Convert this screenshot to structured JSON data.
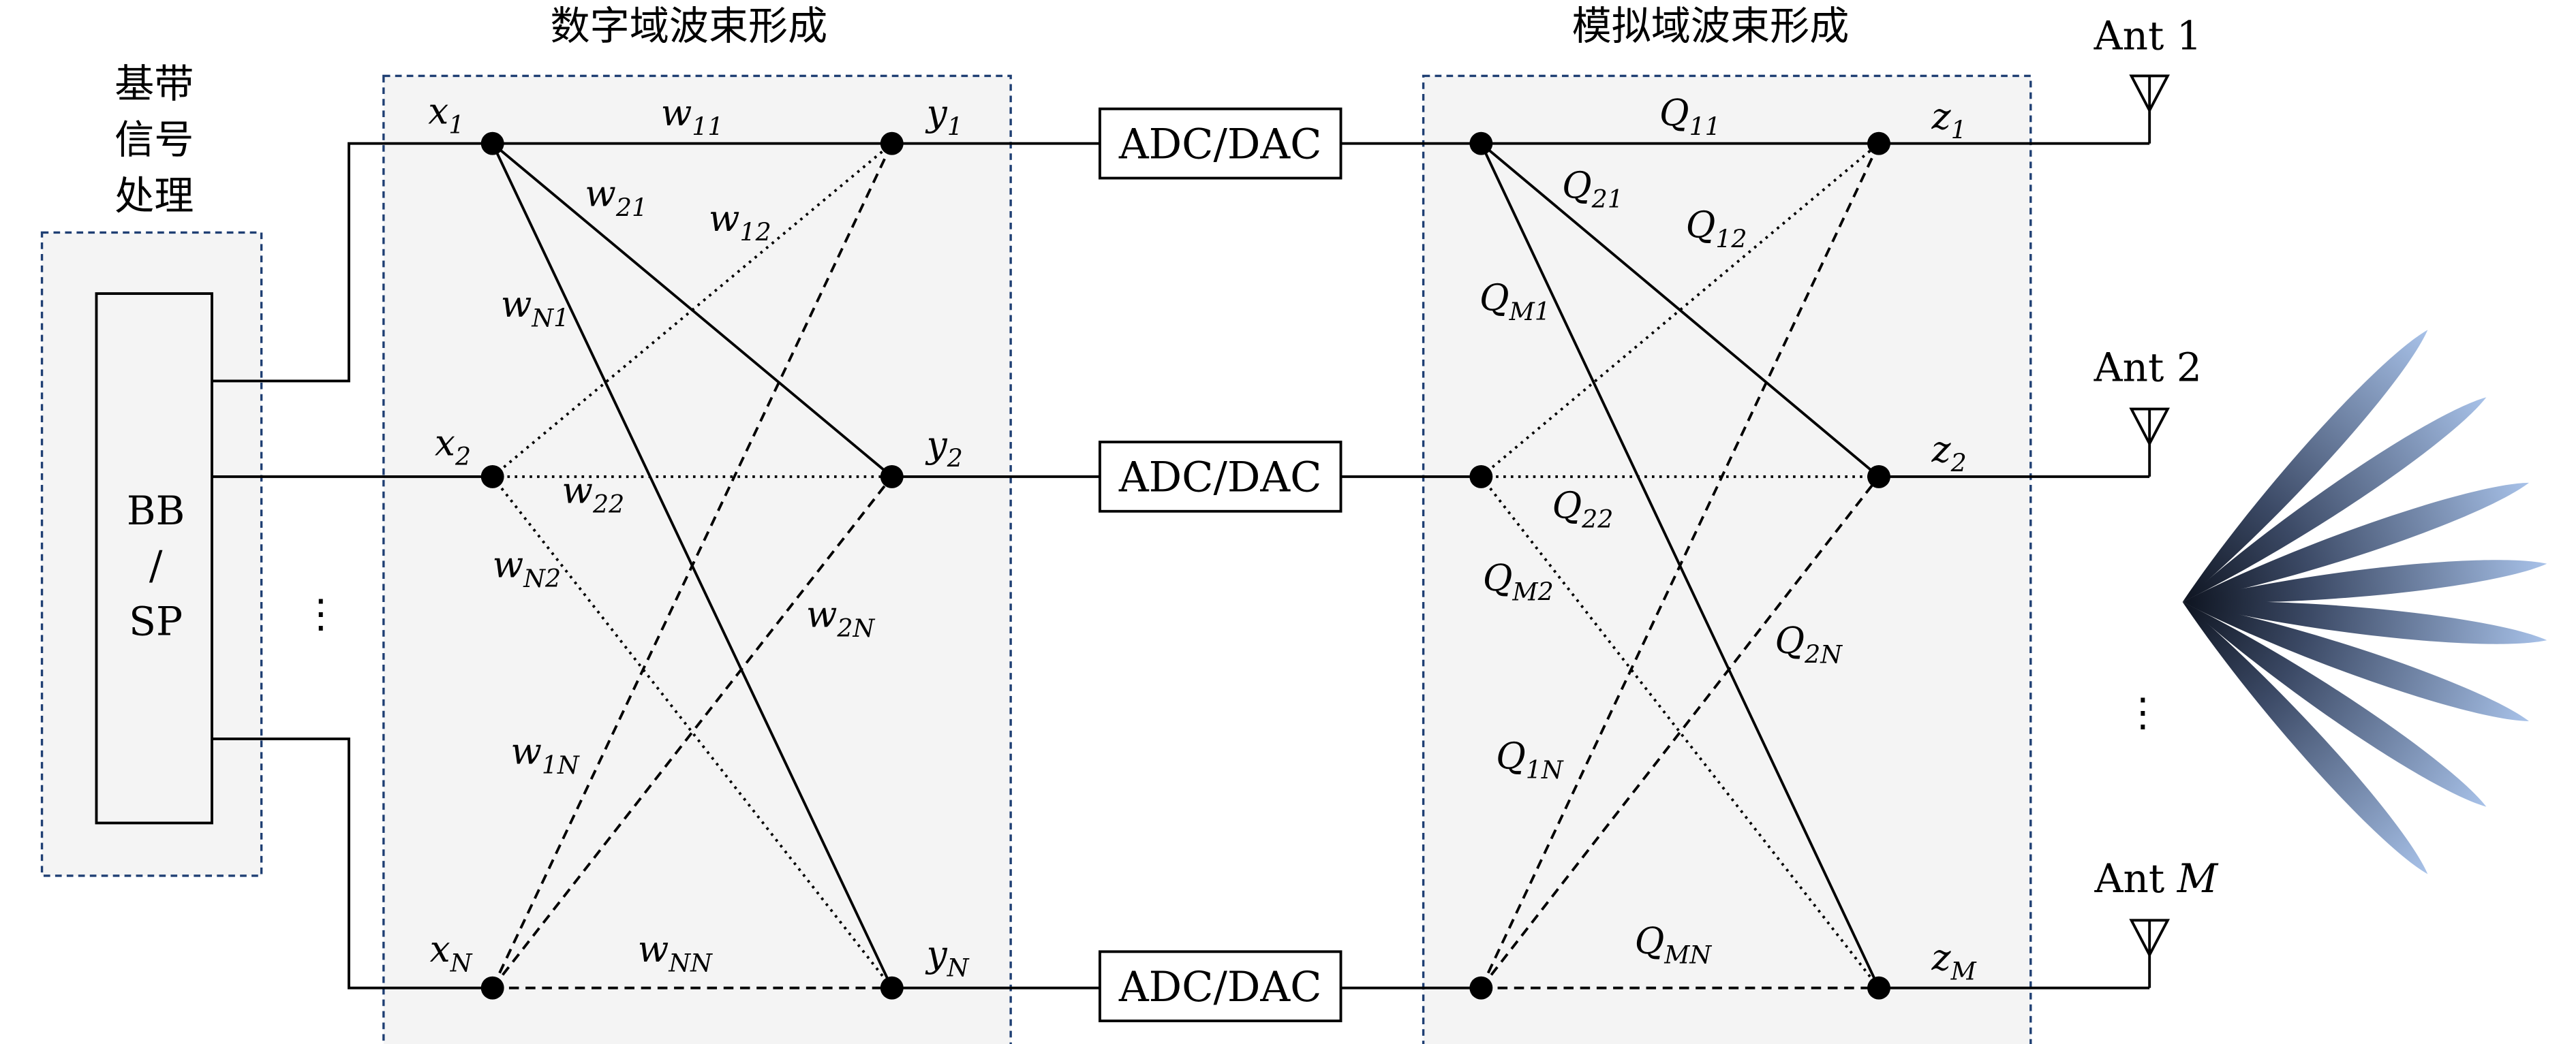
{
  "titles": {
    "baseband": [
      "基带",
      "信号",
      "处理"
    ],
    "digital": "数字域波束形成",
    "analog": "模拟域波束形成"
  },
  "bbsp": [
    "BB",
    "/",
    "SP"
  ],
  "converter_label": "ADC/DAC",
  "ellipsis": "⋮",
  "digital_nodes": {
    "x": [
      {
        "b": "x",
        "s": "1"
      },
      {
        "b": "x",
        "s": "2"
      },
      {
        "b": "x",
        "s": "N"
      }
    ],
    "y": [
      {
        "b": "y",
        "s": "1"
      },
      {
        "b": "y",
        "s": "2"
      },
      {
        "b": "y",
        "s": "N"
      }
    ]
  },
  "analog_nodes": {
    "z": [
      {
        "b": "z",
        "s": "1"
      },
      {
        "b": "z",
        "s": "2"
      },
      {
        "b": "z",
        "s": "M"
      }
    ]
  },
  "digital_weights": {
    "w11": {
      "b": "w",
      "s": "11"
    },
    "w21": {
      "b": "w",
      "s": "21"
    },
    "w12": {
      "b": "w",
      "s": "12"
    },
    "wN1": {
      "b": "w",
      "s": "N1"
    },
    "w22": {
      "b": "w",
      "s": "22"
    },
    "wN2": {
      "b": "w",
      "s": "N2"
    },
    "w2N": {
      "b": "w",
      "s": "2N"
    },
    "w1N": {
      "b": "w",
      "s": "1N"
    },
    "wNN": {
      "b": "w",
      "s": "NN"
    }
  },
  "analog_weights": {
    "Q11": {
      "b": "Q",
      "s": "11"
    },
    "Q21": {
      "b": "Q",
      "s": "21"
    },
    "Q12": {
      "b": "Q",
      "s": "12"
    },
    "QM1": {
      "b": "Q",
      "s": "M1"
    },
    "Q22": {
      "b": "Q",
      "s": "22"
    },
    "QM2": {
      "b": "Q",
      "s": "M2"
    },
    "Q2N": {
      "b": "Q",
      "s": "2N"
    },
    "Q1N": {
      "b": "Q",
      "s": "1N"
    },
    "QMN": {
      "b": "Q",
      "s": "MN"
    }
  },
  "antennas": [
    {
      "prefix": "Ant",
      "index": "1"
    },
    {
      "prefix": "Ant",
      "index": "2"
    },
    {
      "prefix": "Ant",
      "index": "M"
    }
  ],
  "colors": {
    "panel_fill": "#f4f4f4",
    "panel_border": "#1f3f73",
    "beam_near": "#0e1420",
    "beam_far": "#a9c3ea"
  }
}
